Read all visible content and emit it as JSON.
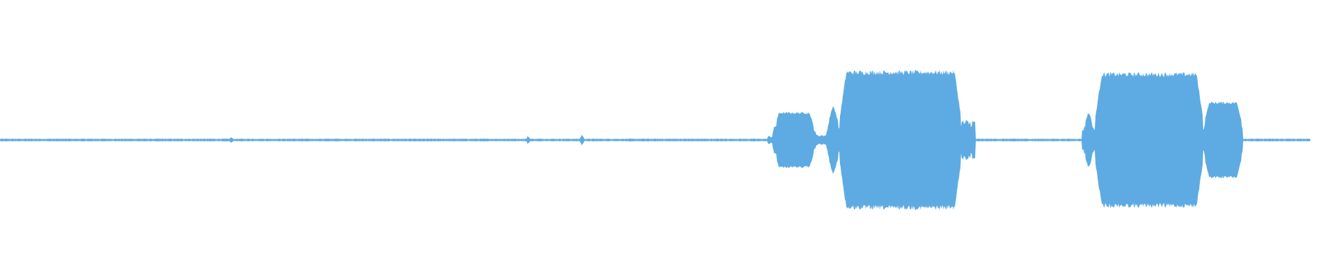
{
  "waveform": {
    "color": "#5dabe2",
    "background": "#ffffff",
    "segments": [
      {
        "start": 0.0,
        "end": 0.571,
        "amplitude": 0.02
      },
      {
        "start": 0.571,
        "end": 0.575,
        "amplitude": 0.06
      },
      {
        "start": 0.575,
        "end": 0.607,
        "amplitude": 0.4
      },
      {
        "start": 0.607,
        "end": 0.615,
        "amplitude": 0.08
      },
      {
        "start": 0.615,
        "end": 0.625,
        "amplitude": 0.5
      },
      {
        "start": 0.625,
        "end": 0.715,
        "amplitude": 1.0
      },
      {
        "start": 0.715,
        "end": 0.726,
        "amplitude": 0.3
      },
      {
        "start": 0.726,
        "end": 0.805,
        "amplitude": 0.02
      },
      {
        "start": 0.805,
        "end": 0.815,
        "amplitude": 0.4
      },
      {
        "start": 0.815,
        "end": 0.895,
        "amplitude": 0.97
      },
      {
        "start": 0.895,
        "end": 0.925,
        "amplitude": 0.55
      },
      {
        "start": 0.925,
        "end": 0.975,
        "amplitude": 0.02
      }
    ],
    "transients": [
      {
        "position": 0.172,
        "amplitude": 0.05
      },
      {
        "position": 0.393,
        "amplitude": 0.07
      },
      {
        "position": 0.433,
        "amplitude": 0.1
      }
    ]
  }
}
